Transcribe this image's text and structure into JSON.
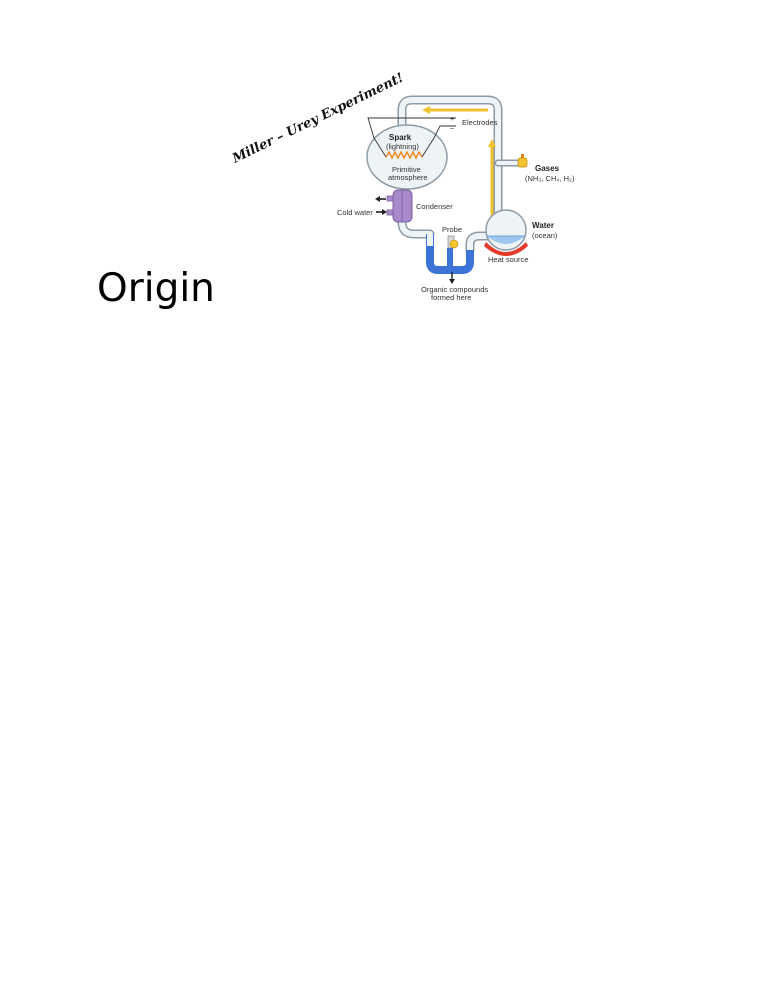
{
  "page": {
    "heading": "Origin"
  },
  "diagram": {
    "handwritten_title": "Miller – Urey Experiment!",
    "labels": {
      "electrodes": "Electrodes",
      "plus": "+",
      "minus": "–",
      "spark": "Spark",
      "lightning": "(lightning)",
      "primitive": "Primitive",
      "atmosphere": "atmosphere",
      "gases": "Gases",
      "gases_formula": "(NH₃, CH₄, H₂)",
      "condenser": "Condenser",
      "cold_water": "Cold water",
      "water": "Water",
      "ocean": "(ocean)",
      "probe": "Probe",
      "heat_source": "Heat source",
      "organic_line1": "Organic compounds",
      "organic_line2": "formed here"
    },
    "colors": {
      "flow_arrow": "#f2c12e",
      "water": "#3b73d6",
      "condenser": "#a889c9",
      "heat": "#e53b2a",
      "spark": "#f08a1c",
      "glass": "#eef3f6"
    }
  }
}
